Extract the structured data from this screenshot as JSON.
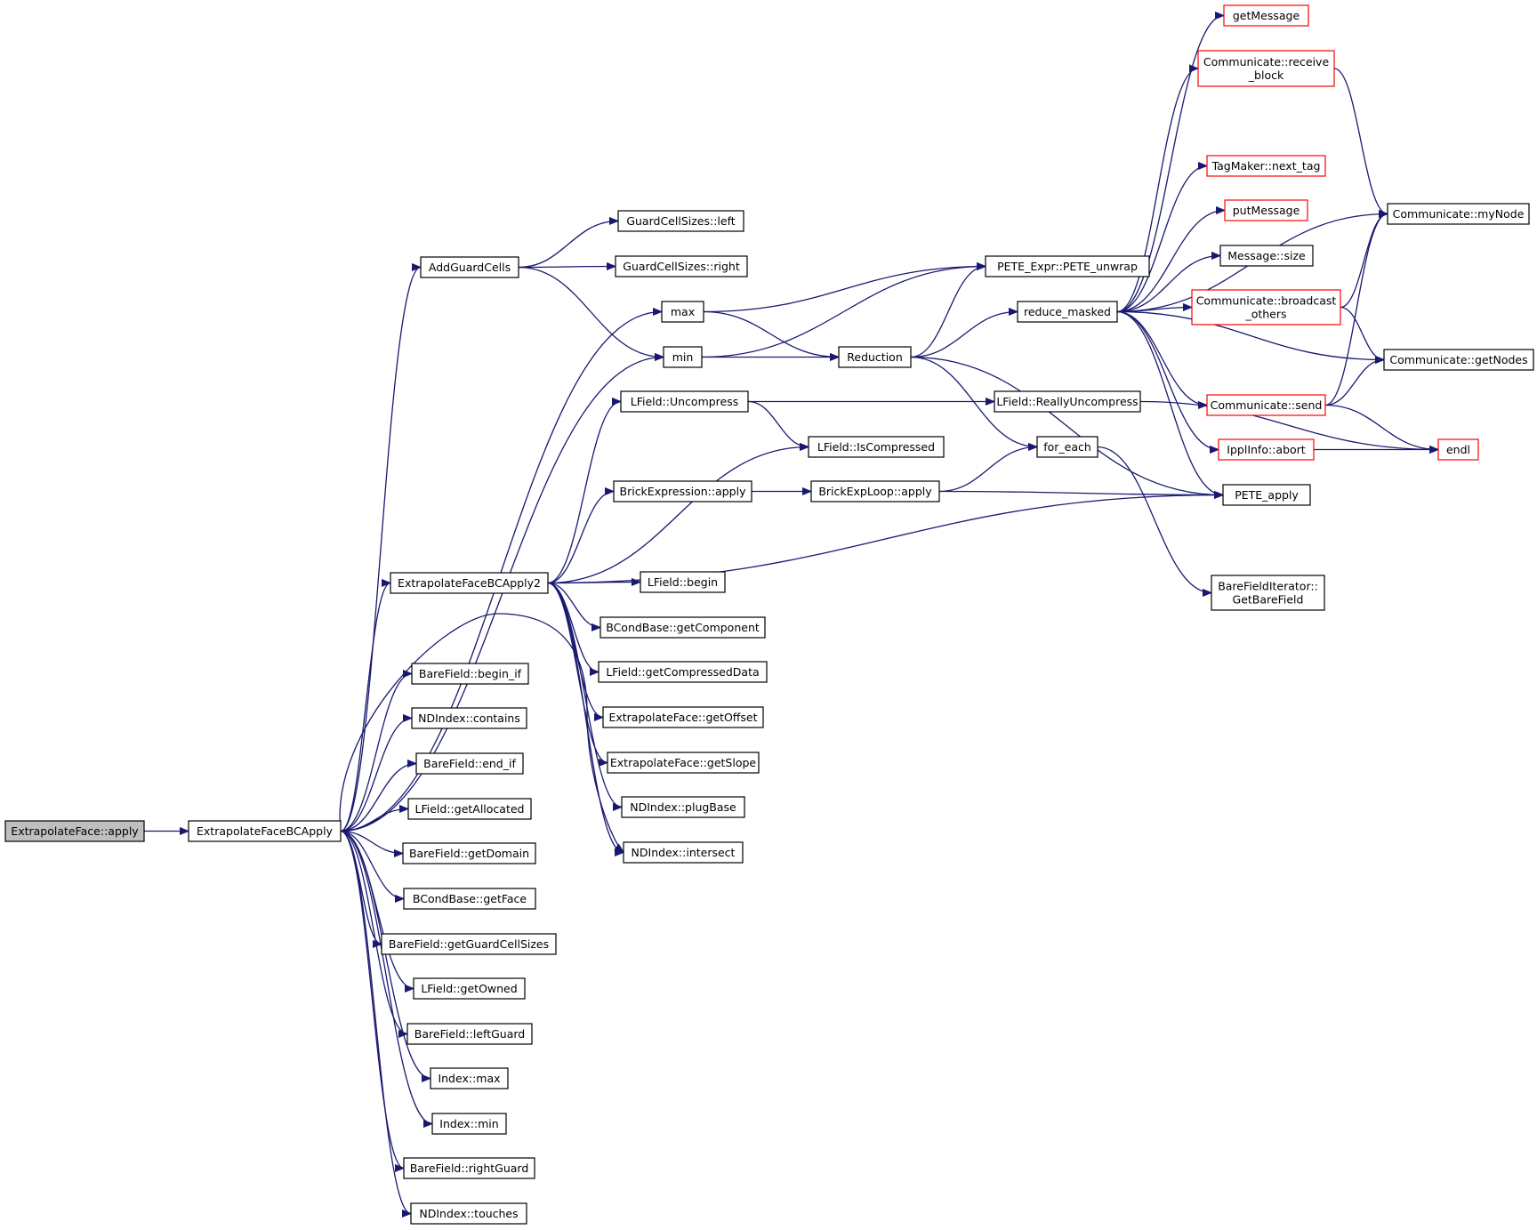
{
  "graph": {
    "title": "",
    "root": "ExtrapolateFace::apply",
    "colors": {
      "edge": "#191970",
      "node_border": "#000000",
      "truncated_border": "#ff0000",
      "root_fill": "#bfbfbf",
      "node_fill": "#ffffff"
    }
  },
  "nodes": [
    {
      "id": "n0",
      "label": "ExtrapolateFace::apply",
      "style": "root"
    },
    {
      "id": "n1",
      "label": "ExtrapolateFaceBCApply",
      "style": "normal"
    },
    {
      "id": "n2",
      "label": "AddGuardCells",
      "style": "normal"
    },
    {
      "id": "n3",
      "label": "max",
      "style": "normal"
    },
    {
      "id": "n4",
      "label": "min",
      "style": "normal"
    },
    {
      "id": "n5",
      "label": "ExtrapolateFaceBCApply2",
      "style": "normal"
    },
    {
      "id": "n6",
      "label": "BareField::begin_if",
      "style": "normal"
    },
    {
      "id": "n7",
      "label": "NDIndex::contains",
      "style": "normal"
    },
    {
      "id": "n8",
      "label": "BareField::end_if",
      "style": "normal"
    },
    {
      "id": "n9",
      "label": "LField::getAllocated",
      "style": "normal"
    },
    {
      "id": "n10",
      "label": "BareField::getDomain",
      "style": "normal"
    },
    {
      "id": "n11",
      "label": "BCondBase::getFace",
      "style": "normal"
    },
    {
      "id": "n12",
      "label": "BareField::getGuardCellSizes",
      "style": "normal"
    },
    {
      "id": "n13",
      "label": "LField::getOwned",
      "style": "normal"
    },
    {
      "id": "n14",
      "label": "BareField::leftGuard",
      "style": "normal"
    },
    {
      "id": "n15",
      "label": "Index::max",
      "style": "normal"
    },
    {
      "id": "n16",
      "label": "Index::min",
      "style": "normal"
    },
    {
      "id": "n17",
      "label": "BareField::rightGuard",
      "style": "normal"
    },
    {
      "id": "n18",
      "label": "NDIndex::touches",
      "style": "normal"
    },
    {
      "id": "n19",
      "label": "GuardCellSizes::left",
      "style": "normal"
    },
    {
      "id": "n20",
      "label": "GuardCellSizes::right",
      "style": "normal"
    },
    {
      "id": "n21",
      "label": "LField::Uncompress",
      "style": "normal"
    },
    {
      "id": "n22",
      "label": "LField::IsCompressed",
      "style": "normal"
    },
    {
      "id": "n23",
      "label": "BrickExpression::apply",
      "style": "normal"
    },
    {
      "id": "n24",
      "label": "LField::begin",
      "style": "normal"
    },
    {
      "id": "n25",
      "label": "BCondBase::getComponent",
      "style": "normal"
    },
    {
      "id": "n26",
      "label": "LField::getCompressedData",
      "style": "normal"
    },
    {
      "id": "n27",
      "label": "ExtrapolateFace::getOffset",
      "style": "normal"
    },
    {
      "id": "n28",
      "label": "ExtrapolateFace::getSlope",
      "style": "normal"
    },
    {
      "id": "n29",
      "label": "NDIndex::plugBase",
      "style": "normal"
    },
    {
      "id": "n30",
      "label": "NDIndex::intersect",
      "style": "normal"
    },
    {
      "id": "n31",
      "label": "PETE_Expr::PETE_unwrap",
      "style": "normal"
    },
    {
      "id": "n32",
      "label": "Reduction",
      "style": "normal"
    },
    {
      "id": "n33",
      "label": "reduce_masked",
      "style": "normal"
    },
    {
      "id": "n34",
      "label": "LField::ReallyUncompress",
      "style": "normal"
    },
    {
      "id": "n35",
      "label": "BrickExpLoop::apply",
      "style": "normal"
    },
    {
      "id": "n36",
      "label": "for_each",
      "style": "normal"
    },
    {
      "id": "n37",
      "label": "BareFieldIterator::\nGetBareField",
      "style": "normal"
    },
    {
      "id": "n38",
      "label": "getMessage",
      "style": "truncated"
    },
    {
      "id": "n39",
      "label": "Communicate::receive\n_block",
      "style": "truncated"
    },
    {
      "id": "n40",
      "label": "TagMaker::next_tag",
      "style": "truncated"
    },
    {
      "id": "n41",
      "label": "putMessage",
      "style": "truncated"
    },
    {
      "id": "n42",
      "label": "Message::size",
      "style": "normal"
    },
    {
      "id": "n43",
      "label": "Communicate::broadcast\n_others",
      "style": "truncated"
    },
    {
      "id": "n44",
      "label": "Communicate::send",
      "style": "truncated"
    },
    {
      "id": "n45",
      "label": "IpplInfo::abort",
      "style": "truncated"
    },
    {
      "id": "n46",
      "label": "PETE_apply",
      "style": "normal"
    },
    {
      "id": "n47",
      "label": "Communicate::myNode",
      "style": "normal"
    },
    {
      "id": "n48",
      "label": "Communicate::getNodes",
      "style": "normal"
    },
    {
      "id": "n49",
      "label": "endl",
      "style": "truncated"
    }
  ],
  "edges": [
    {
      "from": "n0",
      "to": "n1"
    },
    {
      "from": "n1",
      "to": "n2"
    },
    {
      "from": "n1",
      "to": "n3"
    },
    {
      "from": "n1",
      "to": "n4"
    },
    {
      "from": "n1",
      "to": "n5"
    },
    {
      "from": "n1",
      "to": "n30"
    },
    {
      "from": "n1",
      "to": "n6"
    },
    {
      "from": "n1",
      "to": "n7"
    },
    {
      "from": "n1",
      "to": "n8"
    },
    {
      "from": "n1",
      "to": "n9"
    },
    {
      "from": "n1",
      "to": "n10"
    },
    {
      "from": "n1",
      "to": "n11"
    },
    {
      "from": "n1",
      "to": "n12"
    },
    {
      "from": "n1",
      "to": "n13"
    },
    {
      "from": "n1",
      "to": "n14"
    },
    {
      "from": "n1",
      "to": "n15"
    },
    {
      "from": "n1",
      "to": "n16"
    },
    {
      "from": "n1",
      "to": "n17"
    },
    {
      "from": "n1",
      "to": "n18"
    },
    {
      "from": "n2",
      "to": "n19"
    },
    {
      "from": "n2",
      "to": "n20"
    },
    {
      "from": "n2",
      "to": "n4"
    },
    {
      "from": "n3",
      "to": "n31"
    },
    {
      "from": "n3",
      "to": "n32"
    },
    {
      "from": "n4",
      "to": "n31"
    },
    {
      "from": "n4",
      "to": "n32"
    },
    {
      "from": "n5",
      "to": "n21"
    },
    {
      "from": "n5",
      "to": "n22"
    },
    {
      "from": "n5",
      "to": "n23"
    },
    {
      "from": "n5",
      "to": "n46"
    },
    {
      "from": "n5",
      "to": "n24"
    },
    {
      "from": "n5",
      "to": "n25"
    },
    {
      "from": "n5",
      "to": "n26"
    },
    {
      "from": "n5",
      "to": "n27"
    },
    {
      "from": "n5",
      "to": "n28"
    },
    {
      "from": "n5",
      "to": "n29"
    },
    {
      "from": "n5",
      "to": "n30"
    },
    {
      "from": "n21",
      "to": "n34"
    },
    {
      "from": "n21",
      "to": "n22"
    },
    {
      "from": "n23",
      "to": "n35"
    },
    {
      "from": "n35",
      "to": "n36"
    },
    {
      "from": "n35",
      "to": "n46"
    },
    {
      "from": "n32",
      "to": "n31"
    },
    {
      "from": "n32",
      "to": "n33"
    },
    {
      "from": "n32",
      "to": "n36"
    },
    {
      "from": "n32",
      "to": "n46"
    },
    {
      "from": "n34",
      "to": "n49"
    },
    {
      "from": "n36",
      "to": "n37"
    },
    {
      "from": "n33",
      "to": "n38"
    },
    {
      "from": "n33",
      "to": "n39"
    },
    {
      "from": "n33",
      "to": "n47"
    },
    {
      "from": "n33",
      "to": "n40"
    },
    {
      "from": "n33",
      "to": "n41"
    },
    {
      "from": "n33",
      "to": "n42"
    },
    {
      "from": "n33",
      "to": "n43"
    },
    {
      "from": "n33",
      "to": "n48"
    },
    {
      "from": "n33",
      "to": "n44"
    },
    {
      "from": "n33",
      "to": "n45"
    },
    {
      "from": "n33",
      "to": "n46"
    },
    {
      "from": "n39",
      "to": "n47"
    },
    {
      "from": "n43",
      "to": "n47"
    },
    {
      "from": "n43",
      "to": "n48"
    },
    {
      "from": "n44",
      "to": "n47"
    },
    {
      "from": "n44",
      "to": "n48"
    },
    {
      "from": "n44",
      "to": "n49"
    },
    {
      "from": "n45",
      "to": "n49"
    }
  ]
}
